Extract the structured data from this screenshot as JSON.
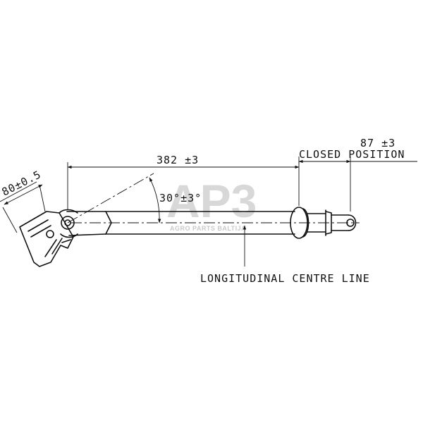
{
  "dimensions": {
    "length": "382 ±3",
    "closed_offset": "87 ±3",
    "closed_label": "CLOSED POSITION",
    "angle": "30°±3°",
    "width": "80±0.5"
  },
  "callout": {
    "centre_line": "LONGITUDINAL CENTRE LINE"
  },
  "watermark": {
    "logo": "AP3",
    "subtitle": "AGRO PARTS BALTIJA"
  },
  "colors": {
    "ink": "#111111",
    "watermark": "#d8d8d8"
  }
}
